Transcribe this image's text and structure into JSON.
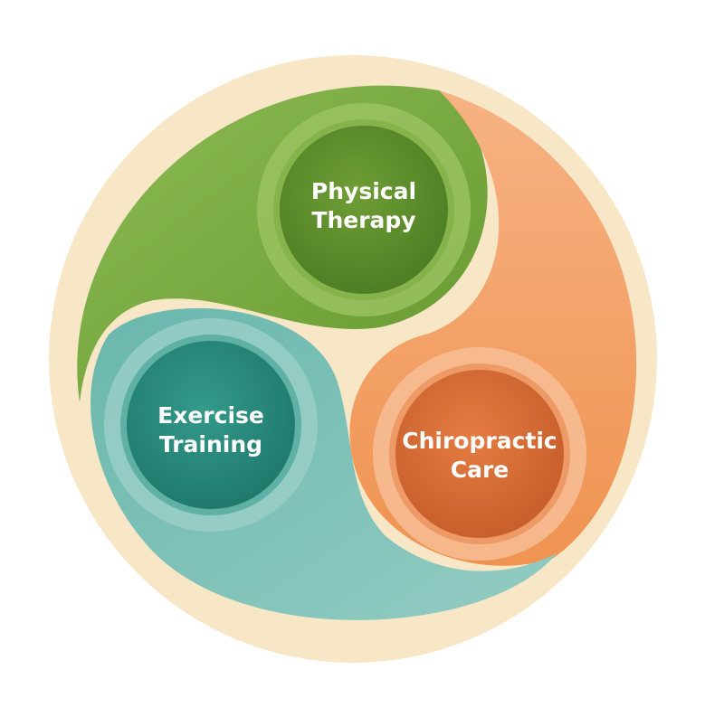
{
  "diagram": {
    "type": "three-part swirl circle",
    "colors": {
      "background": "#f8e7c6",
      "green": "#77a840",
      "green_dark": "#5a8a2c",
      "orange": "#f3a26a",
      "orange_dark": "#d9703a",
      "teal": "#7cc2b8",
      "teal_dark": "#2f8f80"
    },
    "segments": [
      {
        "line1": "Physical",
        "line2": "Therapy"
      },
      {
        "line1": "Exercise",
        "line2": "Training"
      },
      {
        "line1": "Chiropractic",
        "line2": "Care"
      }
    ]
  }
}
